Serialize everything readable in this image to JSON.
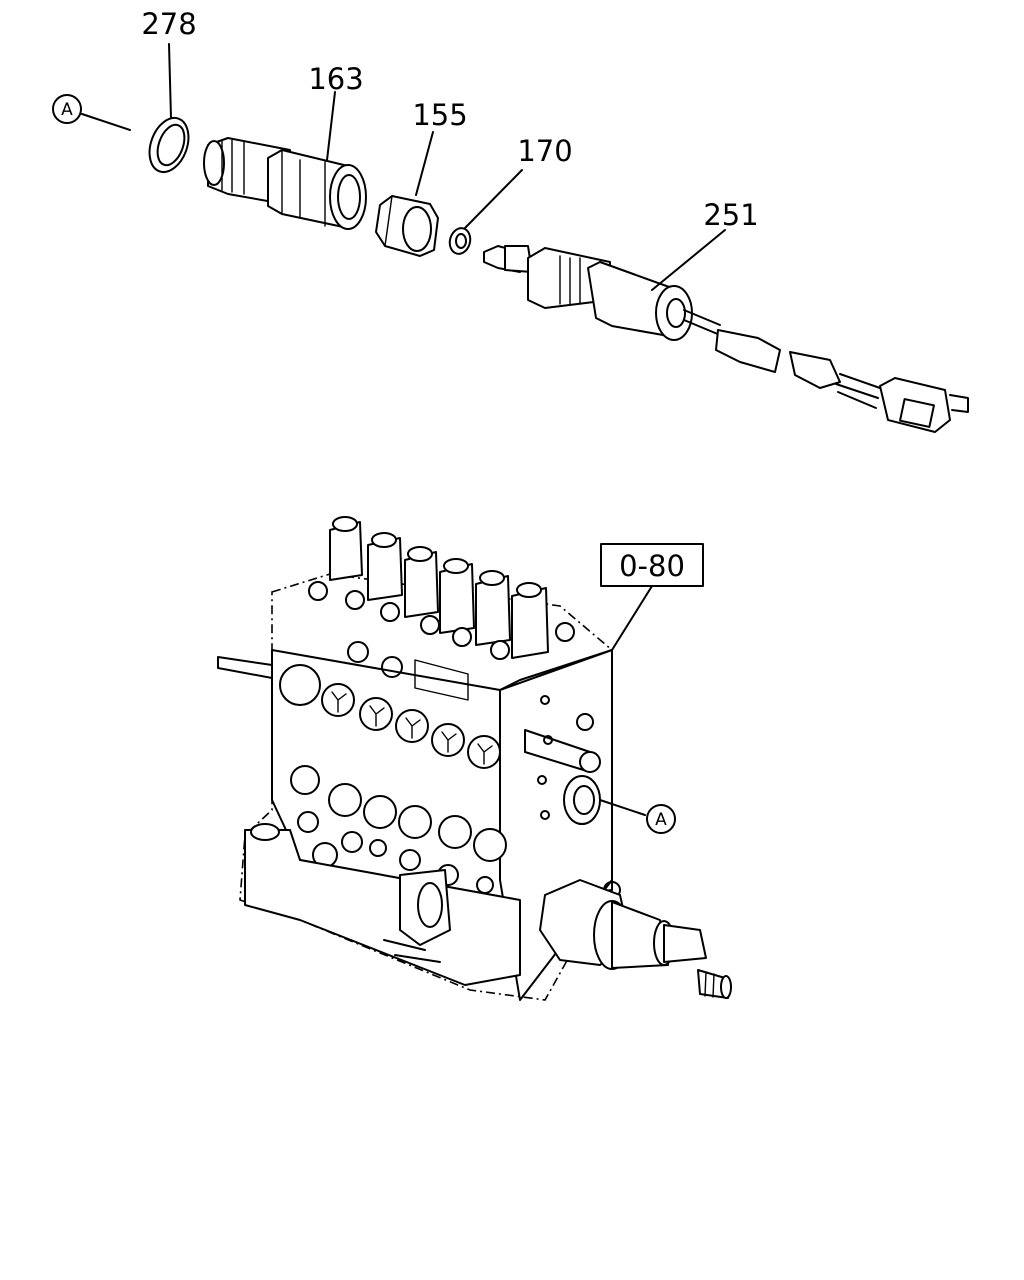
{
  "callouts": {
    "ring": "278",
    "holder": "163",
    "nut": "155",
    "washer": "170",
    "solenoid": "251"
  },
  "reference_markers": {
    "top": "A",
    "pump": "A"
  },
  "reference_box": "0-80"
}
